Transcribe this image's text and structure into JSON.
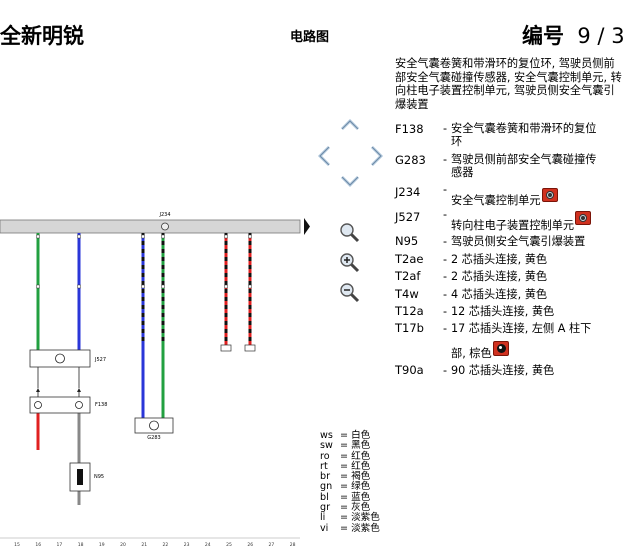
{
  "header": {
    "model": "全新明锐",
    "doc_type": "电路图",
    "page_label": "编号",
    "page_current": "9",
    "page_sep": "/",
    "page_total": "3"
  },
  "title": "安全气囊卷簧和带滑环的复位环, 驾驶员侧前部安全气囊碰撞传感器, 安全气囊控制单元, 转向柱电子装置控制单元, 驾驶员侧安全气囊引爆装置",
  "legend": [
    {
      "code": "F138",
      "desc": "安全气囊卷簧和带滑环的复位",
      "cont": "环"
    },
    {
      "code": "G283",
      "desc": "驾驶员侧前部安全气囊碰撞传",
      "cont": "感器"
    },
    {
      "code": "J234",
      "desc": "安全气囊控制单元",
      "icon": "camera-icon"
    },
    {
      "code": "J527",
      "desc": "转向柱电子装置控制单元",
      "icon": "camera-icon"
    },
    {
      "code": "N95",
      "desc": "驾驶员侧安全气囊引爆装置"
    },
    {
      "code": "T2ae",
      "desc": "2 芯插头连接, 黄色"
    },
    {
      "code": "T2af",
      "desc": "2 芯插头连接, 黄色"
    },
    {
      "code": "T4w",
      "desc": "4 芯插头连接, 黄色"
    },
    {
      "code": "T12a",
      "desc": "12 芯插头连接, 黄色"
    },
    {
      "code": "T17b",
      "desc": "17 芯插头连接, 左侧 A 柱下",
      "cont": "部, 棕色",
      "icon": "location-icon"
    },
    {
      "code": "T90a",
      "desc": "90 芯插头连接, 黄色"
    }
  ],
  "color_codes": [
    {
      "code": "ws",
      "name": "白色"
    },
    {
      "code": "sw",
      "name": "黑色"
    },
    {
      "code": "ro",
      "name": "红色"
    },
    {
      "code": "rt",
      "name": "红色"
    },
    {
      "code": "br",
      "name": "褐色"
    },
    {
      "code": "gn",
      "name": "绿色"
    },
    {
      "code": "bl",
      "name": "蓝色"
    },
    {
      "code": "gr",
      "name": "灰色"
    },
    {
      "code": "li",
      "name": "淡紫色"
    },
    {
      "code": "vi",
      "name": "淡紫色"
    }
  ],
  "nav": {
    "up": "arrow-up-icon",
    "left": "arrow-left-icon",
    "right": "arrow-right-icon",
    "down": "arrow-down-icon",
    "zoom_fit": "magnifier-icon",
    "zoom_in": "zoom-in-icon",
    "zoom_out": "zoom-out-icon"
  },
  "schematic": {
    "unit_label": "J234",
    "component_labels": [
      "J527",
      "F138",
      "G283",
      "N95"
    ],
    "ruler": [
      "15",
      "16",
      "17",
      "18",
      "19",
      "20",
      "21",
      "22",
      "23",
      "24",
      "25",
      "26",
      "27",
      "28"
    ],
    "wire_colors": {
      "gn": "#22a040",
      "bl": "#2a36d8",
      "ro": "#e02020",
      "sw": "#111111",
      "gr": "#888888"
    }
  }
}
